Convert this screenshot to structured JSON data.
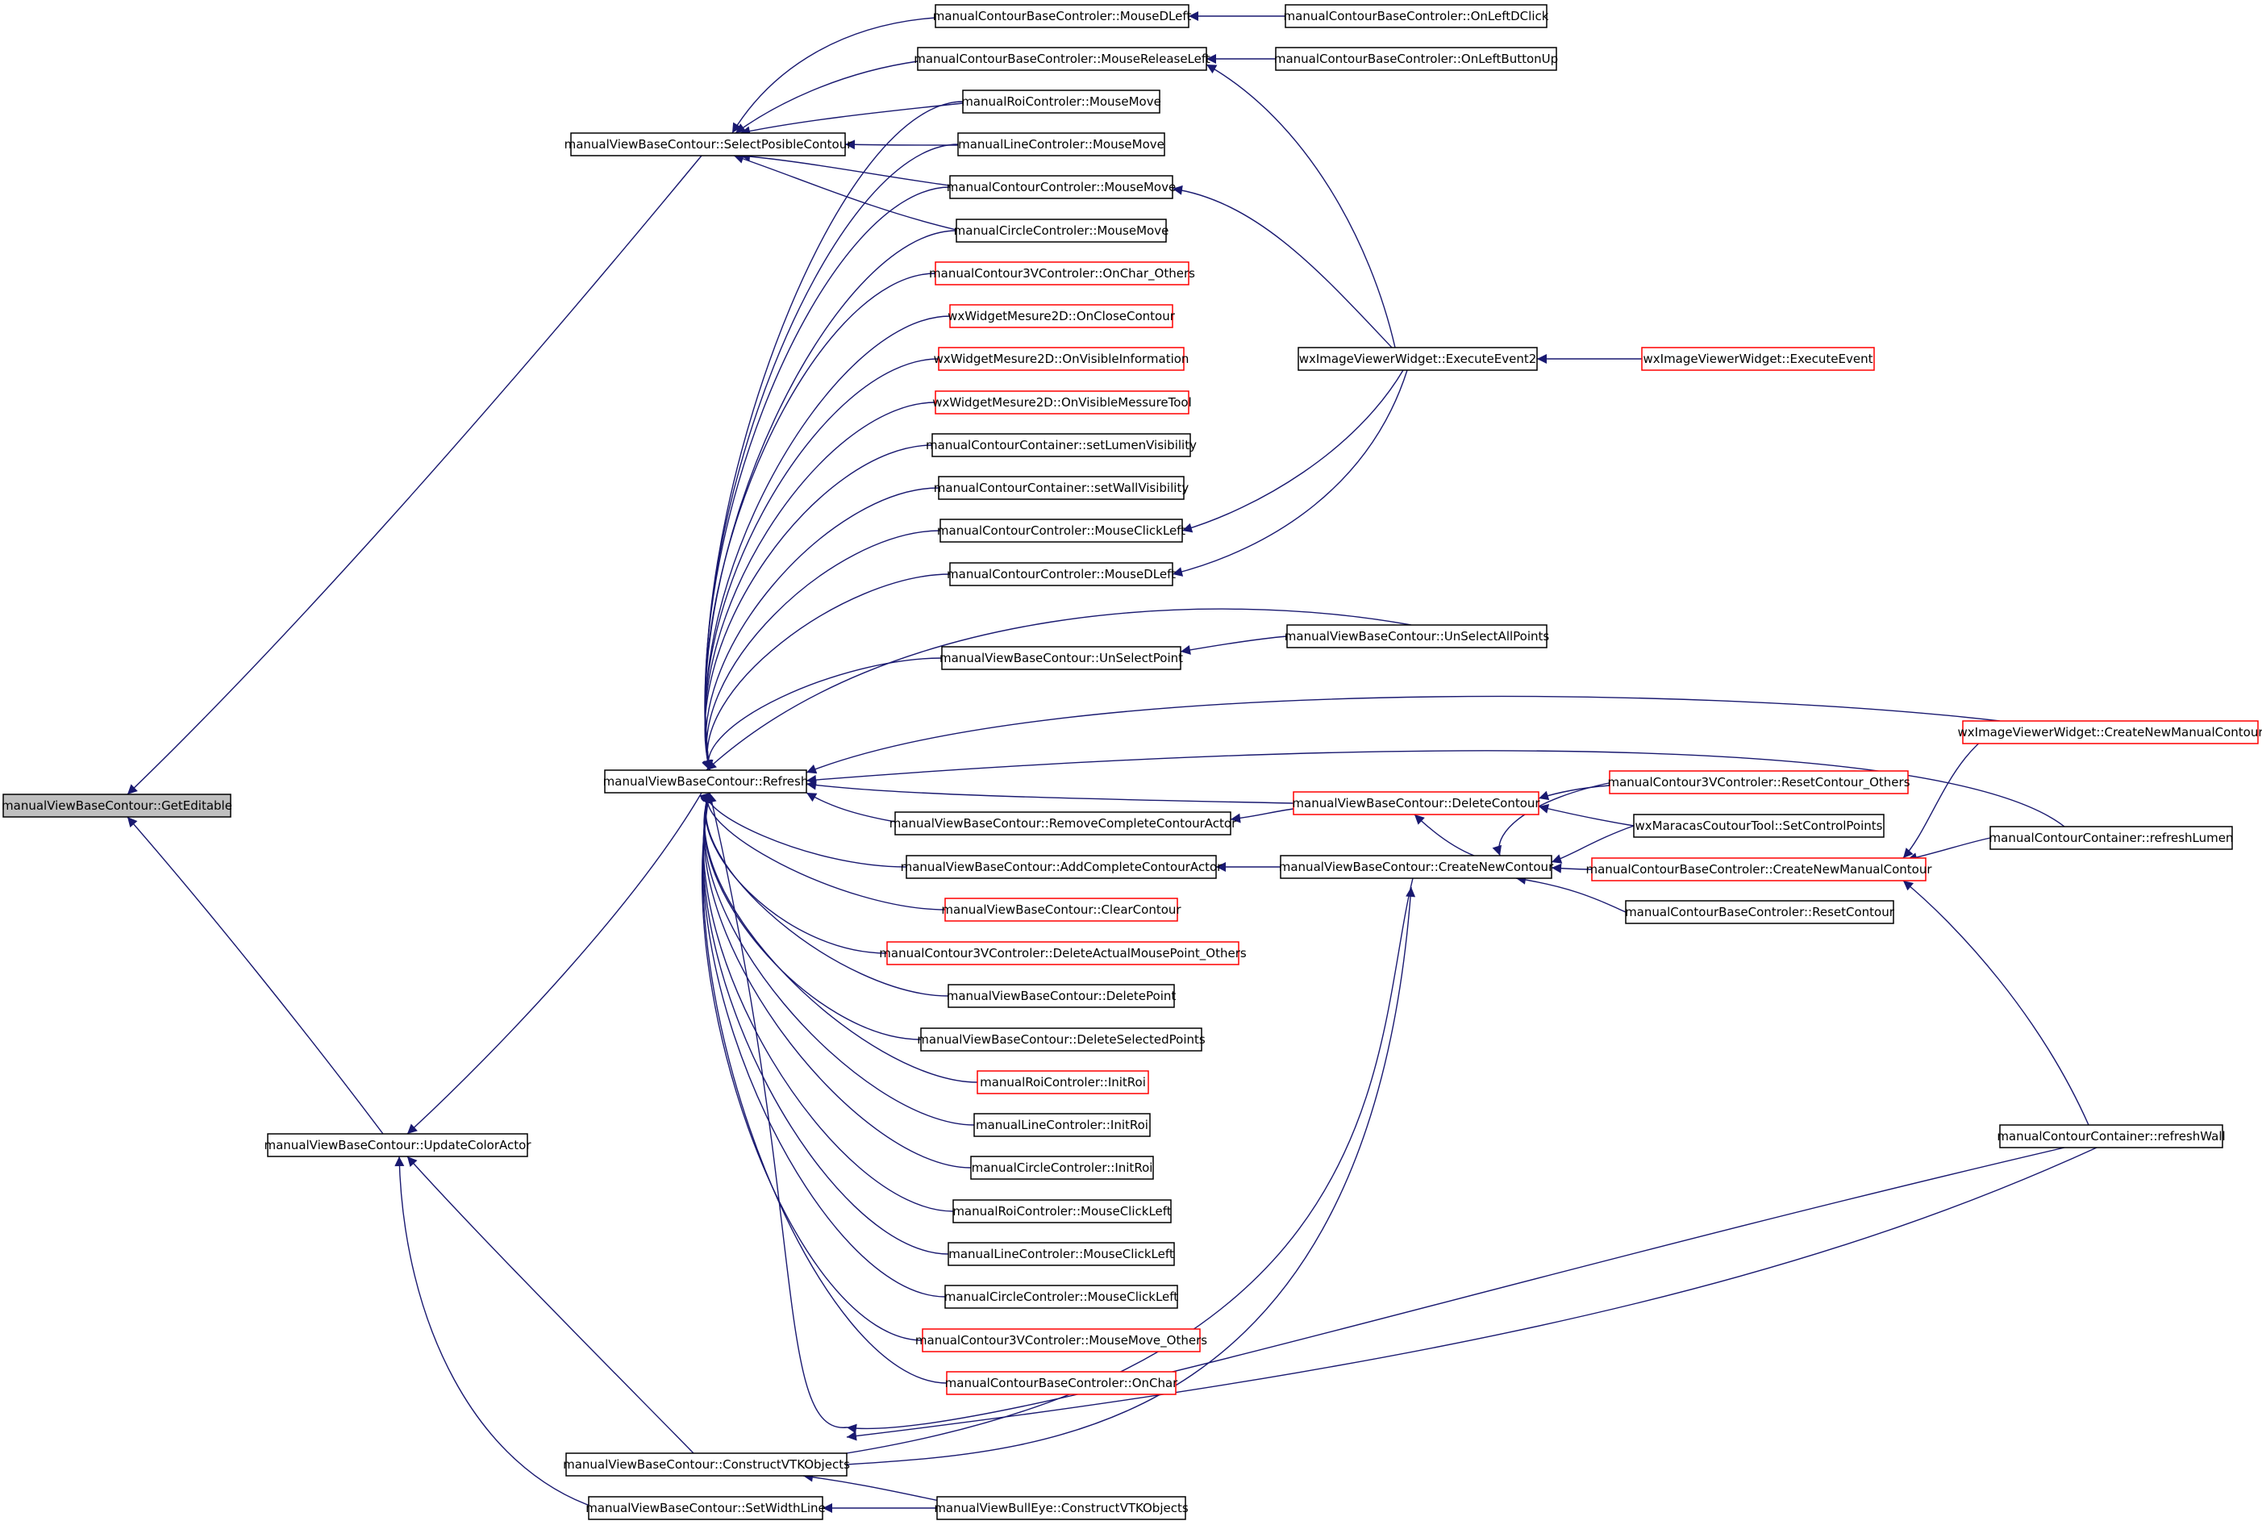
{
  "colors": {
    "edge": "#191970",
    "border_normal": "#000000",
    "border_truncated": "#ff0000",
    "fill_root": "#bfbfbf",
    "fill_normal": "#ffffff",
    "text": "#000000"
  },
  "nodes": {
    "getEditable": "manualViewBaseContour::GetEditable",
    "selectPosibleContour": "manualViewBaseContour::SelectPosibleContour",
    "updateColorActor": "manualViewBaseContour::UpdateColorActor",
    "refresh": "manualViewBaseContour::Refresh",
    "constructVTKObjects": "manualViewBaseContour::ConstructVTKObjects",
    "setWidthLine": "manualViewBaseContour::SetWidthLine",
    "baseMouseDLeft": "manualContourBaseControler::MouseDLeft",
    "baseMouseReleaseLeft": "manualContourBaseControler::MouseReleaseLeft",
    "roiMouseMove": "manualRoiControler::MouseMove",
    "lineMouseMove": "manualLineControler::MouseMove",
    "contourMouseMove": "manualContourControler::MouseMove",
    "circleMouseMove": "manualCircleControler::MouseMove",
    "c3vOnCharOthers": "manualContour3VControler::OnChar_Others",
    "wmOnCloseContour": "wxWidgetMesure2D::OnCloseContour",
    "wmOnVisibleInformation": "wxWidgetMesure2D::OnVisibleInformation",
    "wmOnVisibleMessureTool": "wxWidgetMesure2D::OnVisibleMessureTool",
    "setLumenVisibility": "manualContourContainer::setLumenVisibility",
    "setWallVisibility": "manualContourContainer::setWallVisibility",
    "contourMouseClickLeft": "manualContourControler::MouseClickLeft",
    "contourMouseDLeft": "manualContourControler::MouseDLeft",
    "unSelectPoint": "manualViewBaseContour::UnSelectPoint",
    "removeCompleteContourActor": "manualViewBaseContour::RemoveCompleteContourActor",
    "addCompleteContourActor": "manualViewBaseContour::AddCompleteContourActor",
    "clearContour": "manualViewBaseContour::ClearContour",
    "c3vDeleteActualMousePointOthers": "manualContour3VControler::DeleteActualMousePoint_Others",
    "deletePoint": "manualViewBaseContour::DeletePoint",
    "deleteSelectedPoints": "manualViewBaseContour::DeleteSelectedPoints",
    "roiInitRoi": "manualRoiControler::InitRoi",
    "lineInitRoi": "manualLineControler::InitRoi",
    "circleInitRoi": "manualCircleControler::InitRoi",
    "roiMouseClickLeft": "manualRoiControler::MouseClickLeft",
    "lineMouseClickLeft": "manualLineControler::MouseClickLeft",
    "circleMouseClickLeft": "manualCircleControler::MouseClickLeft",
    "c3vMouseMoveOthers": "manualContour3VControler::MouseMove_Others",
    "baseOnChar": "manualContourBaseControler::OnChar",
    "bullEyeConstructVTKObjects": "manualViewBullEye::ConstructVTKObjects",
    "onLeftDClick": "manualContourBaseControler::OnLeftDClick",
    "onLeftButtonUp": "manualContourBaseControler::OnLeftButtonUp",
    "executeEvent2": "wxImageViewerWidget::ExecuteEvent2",
    "executeEvent": "wxImageViewerWidget::ExecuteEvent",
    "unSelectAllPoints": "manualViewBaseContour::UnSelectAllPoints",
    "deleteContour": "manualViewBaseContour::DeleteContour",
    "createNewContour": "manualViewBaseContour::CreateNewContour",
    "c3vResetContourOthers": "manualContour3VControler::ResetContour_Others",
    "setControlPoints": "wxMaracasCoutourTool::SetControlPoints",
    "baseCreateNewManualContour": "manualContourBaseControler::CreateNewManualContour",
    "baseResetContour": "manualContourBaseControler::ResetContour",
    "wxCreateNewManualContour": "wxImageViewerWidget::CreateNewManualContour",
    "refreshLumen": "manualContourContainer::refreshLumen",
    "refreshWall": "manualContourContainer::refreshWall"
  }
}
